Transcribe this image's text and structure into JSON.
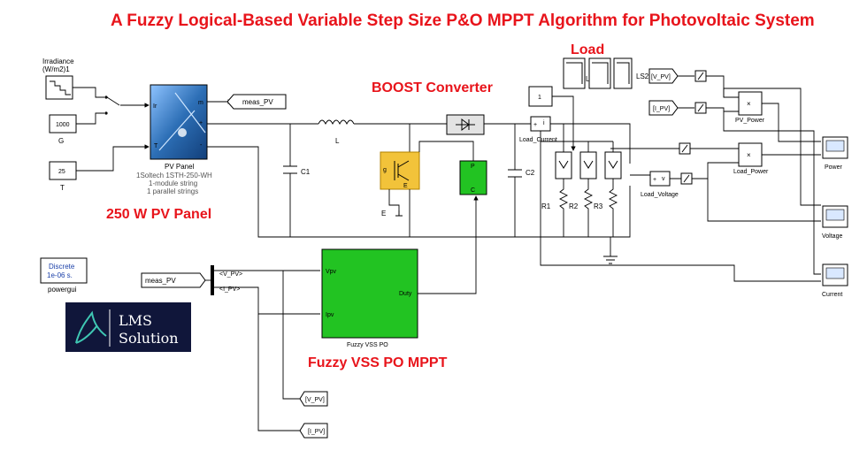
{
  "title": "A Fuzzy Logical-Based Variable Step Size P&O MPPT Algorithm for Photovoltaic System",
  "section_labels": {
    "load": "Load",
    "boost": "BOOST Converter",
    "pv_panel": "250 W PV Panel",
    "mppt": "Fuzzy VSS PO MPPT"
  },
  "irradiance": {
    "title1": "Irradiance",
    "title2": "(W/m2)1"
  },
  "constant_g": {
    "value": "1000",
    "name": "G"
  },
  "constant_t": {
    "value": "25",
    "name": "T"
  },
  "pv_block": {
    "name": "PV Panel",
    "desc1": "1Soltech 1STH-250-WH",
    "desc2": "1-module string",
    "desc3": "1 parallel strings",
    "port_ir": "Ir",
    "port_t": "T",
    "port_m": "m",
    "port_plus": "+",
    "port_minus": "-"
  },
  "goto_meas": "meas_PV",
  "from_meas": "meas_PV",
  "inductor": {
    "name": "L"
  },
  "cap1": {
    "name": "C1"
  },
  "cap2": {
    "name": "C2"
  },
  "switch_port": "E",
  "pwm": {
    "port_p": "P",
    "port_c": "C"
  },
  "constant_1": {
    "value": "1"
  },
  "load_current": {
    "name": "Load_Current"
  },
  "load_voltage": {
    "name": "Load_Voltage"
  },
  "resistors": [
    "R1",
    "R2",
    "R3"
  ],
  "ls2": "LS2",
  "l_label": "L",
  "tags": {
    "vpv": "[V_PV]",
    "ipv": "[I_PV]"
  },
  "products": {
    "pv_power": "PV_Power",
    "load_power": "Load_Power",
    "symbol": "×"
  },
  "scopes": [
    "Power",
    "Voltage",
    "Current"
  ],
  "powergui": {
    "line1": "Discrete",
    "line2": "1e-06 s.",
    "name": "powergui"
  },
  "bus": {
    "vpv": "<V_PV>",
    "ipv": "<I_PV>"
  },
  "fuzzy_block": {
    "name": "Fuzzy VSS PO",
    "in1": "Vpv",
    "in2": "Ipv",
    "out": "Duty"
  },
  "logo": {
    "line1": "LMS",
    "line2": "Solution"
  },
  "colors": {
    "title_red": "#e8141b",
    "pv_blue": "#2d6fb6",
    "igbt_yellow": "#f2c33a",
    "green_block": "#22c322",
    "logo_navy": "#10163a",
    "logo_teal": "#3fc7b3"
  }
}
